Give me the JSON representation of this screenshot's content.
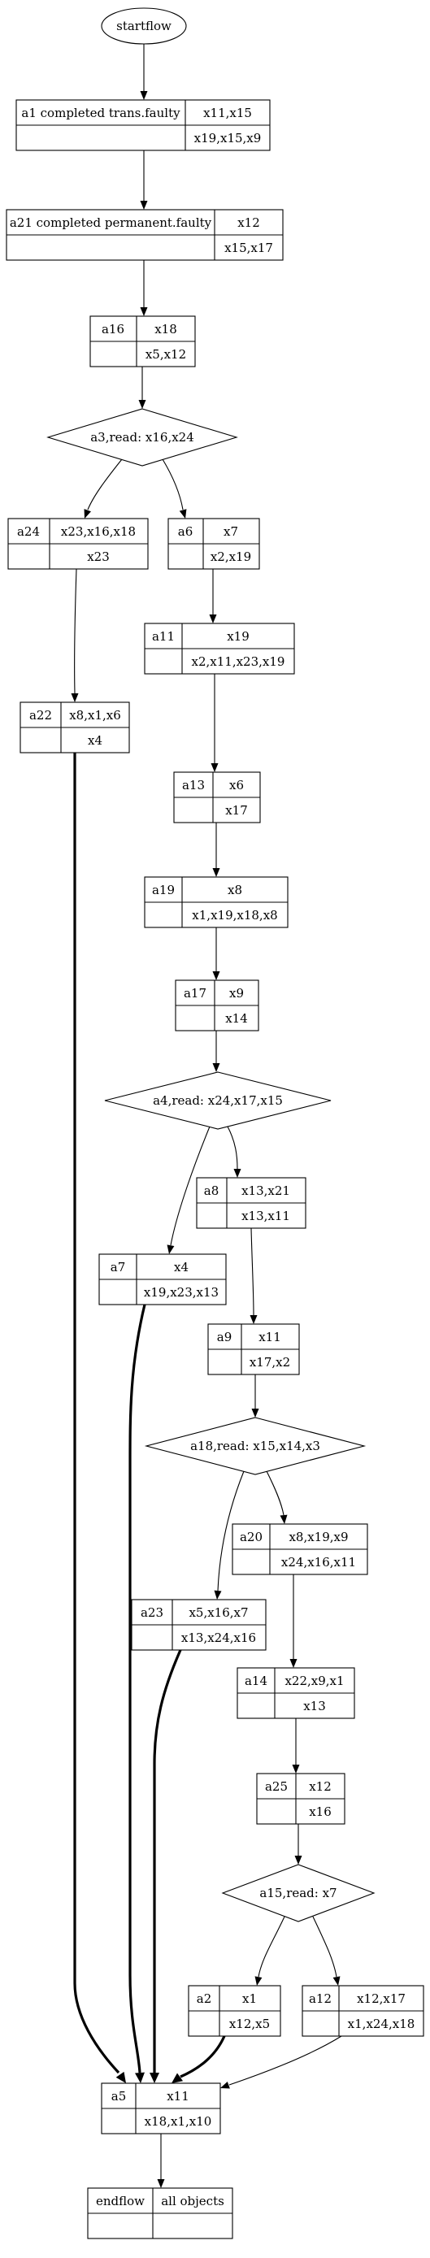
{
  "start": "startflow",
  "end": {
    "name": "endflow",
    "label": "all objects"
  },
  "record_nodes": [
    {
      "id": "a1",
      "label": "a1  completed trans.faulty",
      "vars": "x11,x15",
      "lower": "x19,x15,x9"
    },
    {
      "id": "a21",
      "label": "a21  completed permanent.faulty",
      "vars": "x12",
      "lower": "x15,x17"
    },
    {
      "id": "a16",
      "label": "a16",
      "vars": "x18",
      "lower": "x5,x12"
    },
    {
      "id": "a24",
      "label": "a24",
      "vars": "x23,x16,x18",
      "lower": "x23"
    },
    {
      "id": "a6",
      "label": "a6",
      "vars": "x7",
      "lower": "x2,x19"
    },
    {
      "id": "a11",
      "label": "a11",
      "vars": "x19",
      "lower": "x2,x11,x23,x19"
    },
    {
      "id": "a22",
      "label": "a22",
      "vars": "x8,x1,x6",
      "lower": "x4"
    },
    {
      "id": "a13",
      "label": "a13",
      "vars": "x6",
      "lower": "x17"
    },
    {
      "id": "a19",
      "label": "a19",
      "vars": "x8",
      "lower": "x1,x19,x18,x8"
    },
    {
      "id": "a17",
      "label": "a17",
      "vars": "x9",
      "lower": "x14"
    },
    {
      "id": "a8",
      "label": "a8",
      "vars": "x13,x21",
      "lower": "x13,x11"
    },
    {
      "id": "a7",
      "label": "a7",
      "vars": "x4",
      "lower": "x19,x23,x13"
    },
    {
      "id": "a9",
      "label": "a9",
      "vars": "x11",
      "lower": "x17,x2"
    },
    {
      "id": "a20",
      "label": "a20",
      "vars": "x8,x19,x9",
      "lower": "x24,x16,x11"
    },
    {
      "id": "a23",
      "label": "a23",
      "vars": "x5,x16,x7",
      "lower": "x13,x24,x16"
    },
    {
      "id": "a14",
      "label": "a14",
      "vars": "x22,x9,x1",
      "lower": "x13"
    },
    {
      "id": "a25",
      "label": "a25",
      "vars": "x12",
      "lower": "x16"
    },
    {
      "id": "a2",
      "label": "a2",
      "vars": "x1",
      "lower": "x12,x5"
    },
    {
      "id": "a12",
      "label": "a12",
      "vars": "x12,x17",
      "lower": "x1,x24,x18"
    },
    {
      "id": "a5",
      "label": "a5",
      "vars": "x11",
      "lower": "x18,x1,x10"
    }
  ],
  "decision_nodes": [
    {
      "id": "a3",
      "label": "a3,read: x16,x24"
    },
    {
      "id": "a4",
      "label": "a4,read: x24,x17,x15"
    },
    {
      "id": "a18",
      "label": "a18,read: x15,x14,x3"
    },
    {
      "id": "a15",
      "label": "a15,read: x7"
    }
  ],
  "edges": [
    {
      "from": "start",
      "to": "a1",
      "bold": false
    },
    {
      "from": "a1",
      "to": "a21",
      "bold": false
    },
    {
      "from": "a21",
      "to": "a16",
      "bold": false
    },
    {
      "from": "a16",
      "to": "a3",
      "bold": false
    },
    {
      "from": "a3",
      "to": "a24",
      "bold": false
    },
    {
      "from": "a3",
      "to": "a6",
      "bold": false
    },
    {
      "from": "a24",
      "to": "a22",
      "bold": false
    },
    {
      "from": "a6",
      "to": "a11",
      "bold": false
    },
    {
      "from": "a11",
      "to": "a13",
      "bold": false
    },
    {
      "from": "a13",
      "to": "a19",
      "bold": false
    },
    {
      "from": "a19",
      "to": "a17",
      "bold": false
    },
    {
      "from": "a17",
      "to": "a4",
      "bold": false
    },
    {
      "from": "a4",
      "to": "a8",
      "bold": false
    },
    {
      "from": "a4",
      "to": "a7",
      "bold": false
    },
    {
      "from": "a8",
      "to": "a9",
      "bold": false
    },
    {
      "from": "a9",
      "to": "a18",
      "bold": false
    },
    {
      "from": "a18",
      "to": "a20",
      "bold": false
    },
    {
      "from": "a18",
      "to": "a23",
      "bold": false
    },
    {
      "from": "a20",
      "to": "a14",
      "bold": false
    },
    {
      "from": "a14",
      "to": "a25",
      "bold": false
    },
    {
      "from": "a25",
      "to": "a15",
      "bold": false
    },
    {
      "from": "a15",
      "to": "a2",
      "bold": false
    },
    {
      "from": "a15",
      "to": "a12",
      "bold": false
    },
    {
      "from": "a22",
      "to": "a5",
      "bold": true
    },
    {
      "from": "a7",
      "to": "a5",
      "bold": true
    },
    {
      "from": "a23",
      "to": "a5",
      "bold": true
    },
    {
      "from": "a2",
      "to": "a5",
      "bold": true
    },
    {
      "from": "a12",
      "to": "a5",
      "bold": false
    },
    {
      "from": "a5",
      "to": "end",
      "bold": false
    }
  ]
}
